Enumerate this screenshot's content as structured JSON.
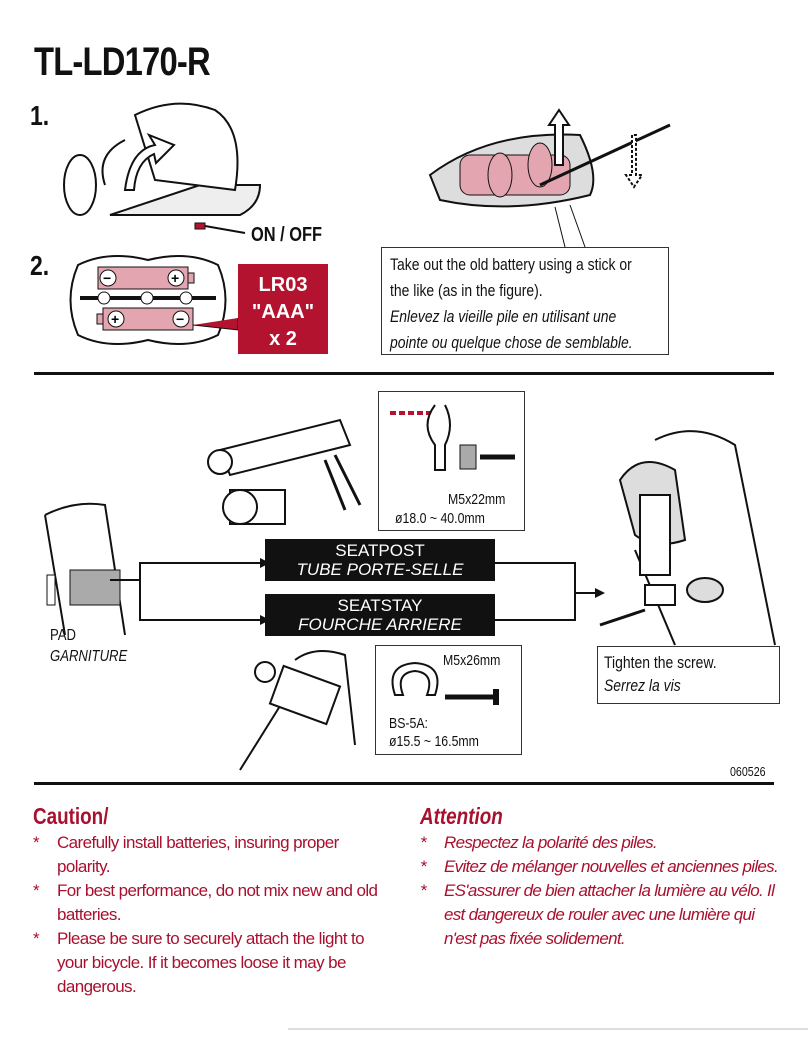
{
  "title": "TL-LD170-R",
  "step1": {
    "number": "1.",
    "switch_label": "ON / OFF"
  },
  "step2": {
    "number": "2.",
    "battery_type": [
      "LR03",
      "\"AAA\"",
      "x 2"
    ]
  },
  "removal_note": {
    "en": [
      "Take out the old battery using a stick or",
      "the like (as in the figure)."
    ],
    "fr": [
      "Enlevez la vieille pile en utilisant une",
      "pointe ou quelque chose de semblable."
    ]
  },
  "mount": {
    "clamp_screw": "M5x22mm",
    "clamp_range": "ø18.0 ~ 40.0mm",
    "seatpost": {
      "en": "SEATPOST",
      "fr": "TUBE PORTE-SELLE"
    },
    "seatstay": {
      "en": "SEATSTAY",
      "fr": "FOURCHE ARRIERE"
    },
    "pad": {
      "en": "PAD",
      "fr": "GARNITURE"
    },
    "bs_screw": "M5x26mm",
    "bs_model": "BS-5A:",
    "bs_range": "ø15.5 ~ 16.5mm",
    "tighten": {
      "en": "Tighten the screw.",
      "fr": "Serrez la vis"
    }
  },
  "doc_code": "060526",
  "caution": {
    "heading": "Caution/",
    "items": [
      "Carefully install batteries, insuring proper polarity.",
      "For best performance, do not mix new and old batteries.",
      "Please be sure to securely attach the light to your bicycle.  If it becomes loose it may be dangerous."
    ]
  },
  "attention": {
    "heading": "Attention",
    "items": [
      "Respectez la polarité des piles.",
      "Evitez de mélanger nouvelles et anciennes piles.",
      "ES'assurer de bien attacher la lumière au vélo. Il est dangereux de rouler avec une lumière qui n'est pas fixée solidement."
    ]
  },
  "colors": {
    "accent": "#b3132f",
    "text_red": "#a8102e",
    "battery_pink": "#e3a5b0"
  }
}
